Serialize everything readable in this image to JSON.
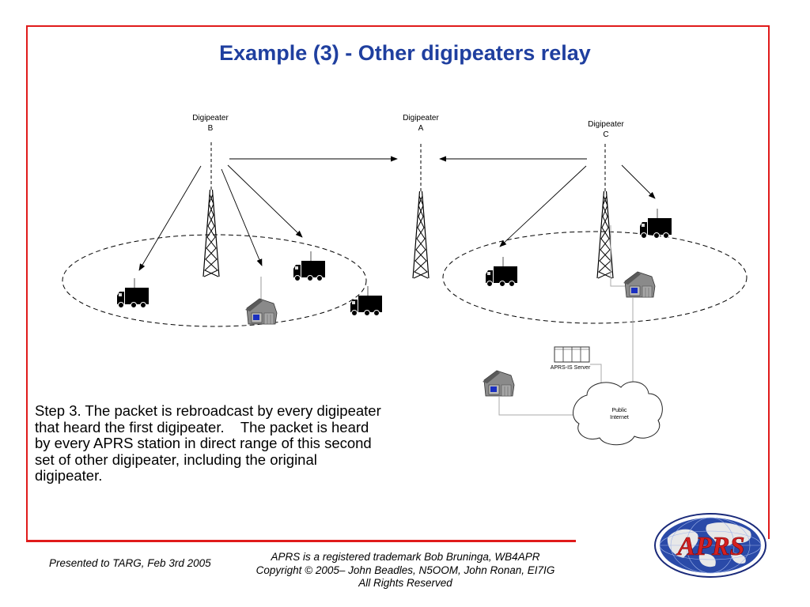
{
  "slide": {
    "title": "Example (3) - Other digipeaters relay",
    "step_text": "Step 3. The packet is rebroadcast by every digipeater that heard the first digipeater.    The packet is heard by every APRS station in direct range of this second set of other digipeater, including the original digipeater."
  },
  "diagram": {
    "digipeater_b": {
      "name": "Digipeater",
      "id": "B"
    },
    "digipeater_a": {
      "name": "Digipeater",
      "id": "A"
    },
    "digipeater_c": {
      "name": "Digipeater",
      "id": "C"
    },
    "server_label": "APRS-IS Server",
    "cloud_line1": "Public",
    "cloud_line2": "Internet"
  },
  "footer": {
    "presented": "Presented to TARG, Feb 3rd 2005",
    "trademark": "APRS is a registered trademark Bob Bruninga, WB4APR",
    "copyright": "Copyright © 2005– John Beadles, N5OOM, John Ronan, EI7IG",
    "rights": "All Rights Reserved",
    "logo_text": "APRS"
  },
  "colors": {
    "title": "#1f3f9f",
    "frame": "#e01b1b",
    "logo_text": "#d42020",
    "logo_globe": "#2a4aa8"
  }
}
